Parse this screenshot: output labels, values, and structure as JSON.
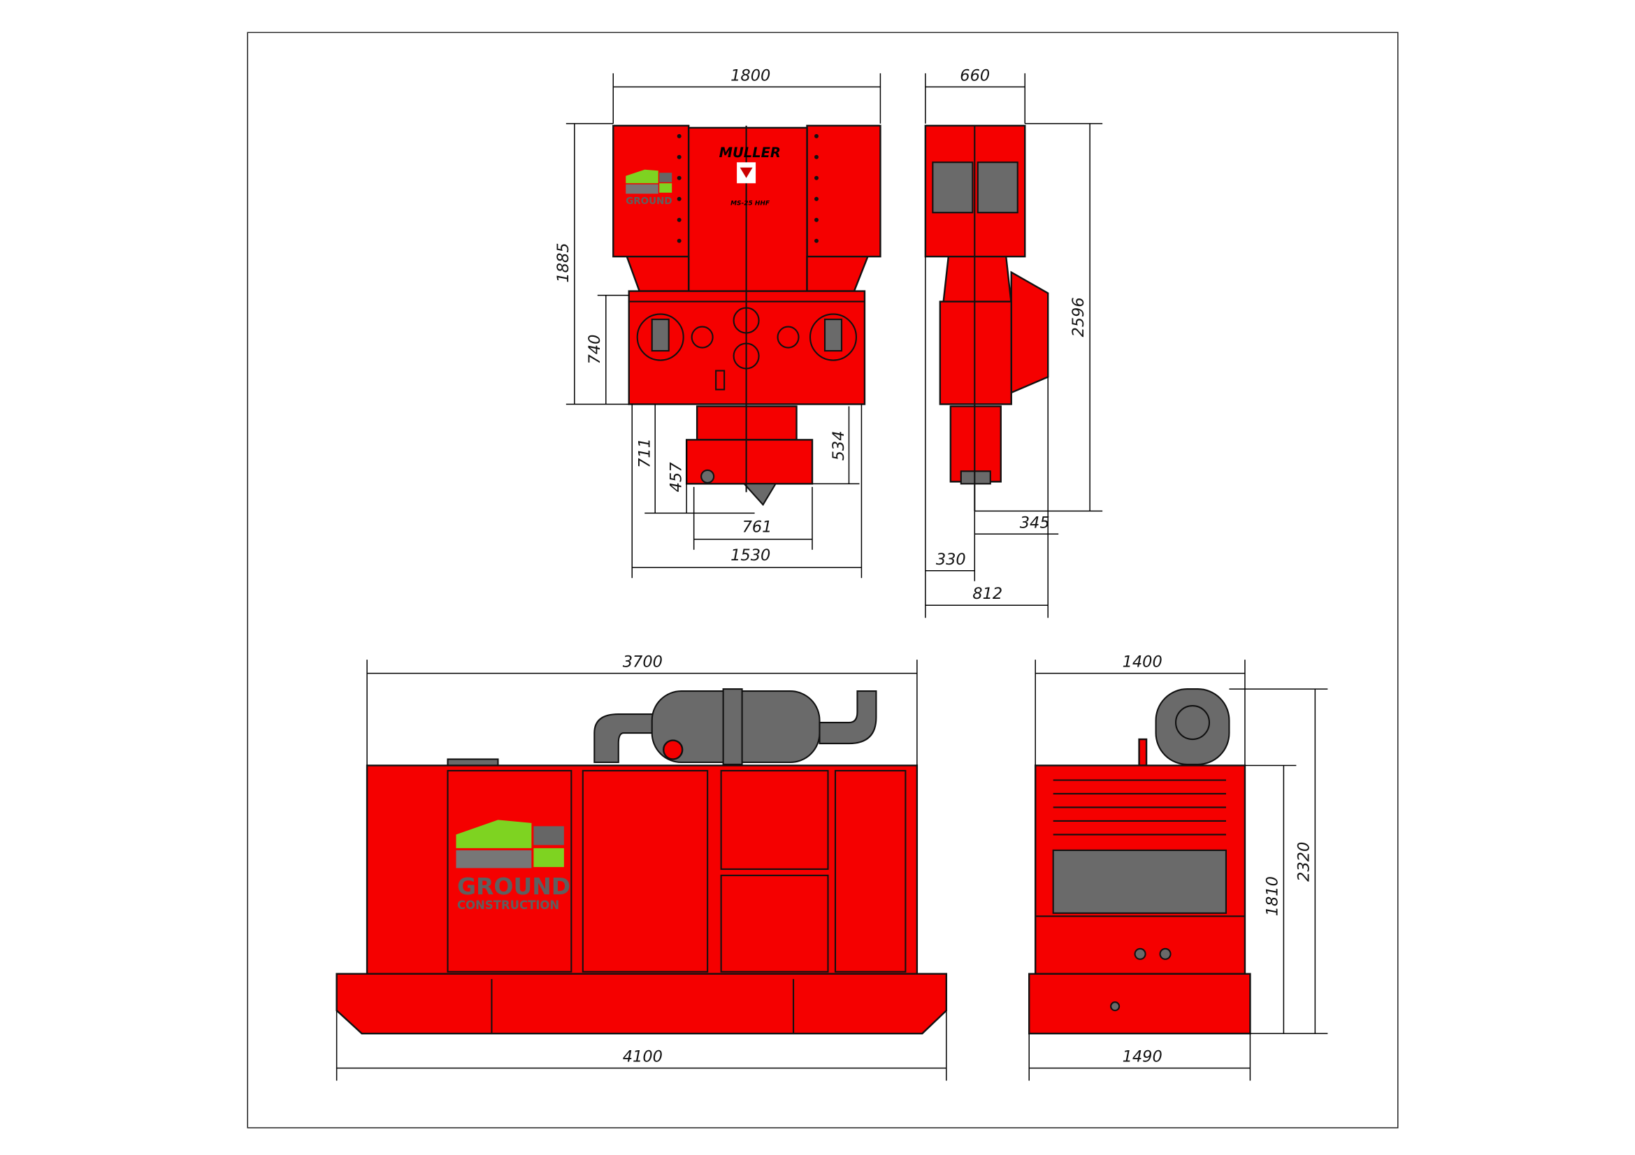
{
  "drawing": {
    "brand": "MULLER",
    "model": "MS-25 HHF",
    "logo": {
      "line1": "GROUND",
      "line2": "CONSTRUCTION"
    },
    "colors": {
      "body": "#f50000",
      "grey": "#6a6a6a",
      "logo_green": "#7ed321",
      "line": "#111111"
    },
    "front_view": {
      "width": "1800",
      "height": "1885",
      "gearbox_height": "740",
      "clamp_height": "711",
      "jaw_height": "457",
      "right_drop": "534",
      "clamp_width": "761",
      "gearbox_width": "1530"
    },
    "side_view": {
      "width": "660",
      "height": "2596",
      "offset_right": "345",
      "offset_left": "330",
      "depth": "812"
    },
    "power_pack_side": {
      "length": "3700",
      "base_length": "4100"
    },
    "power_pack_end": {
      "width": "1400",
      "base_width": "1490",
      "body_height": "1810",
      "total_height": "2320"
    }
  }
}
